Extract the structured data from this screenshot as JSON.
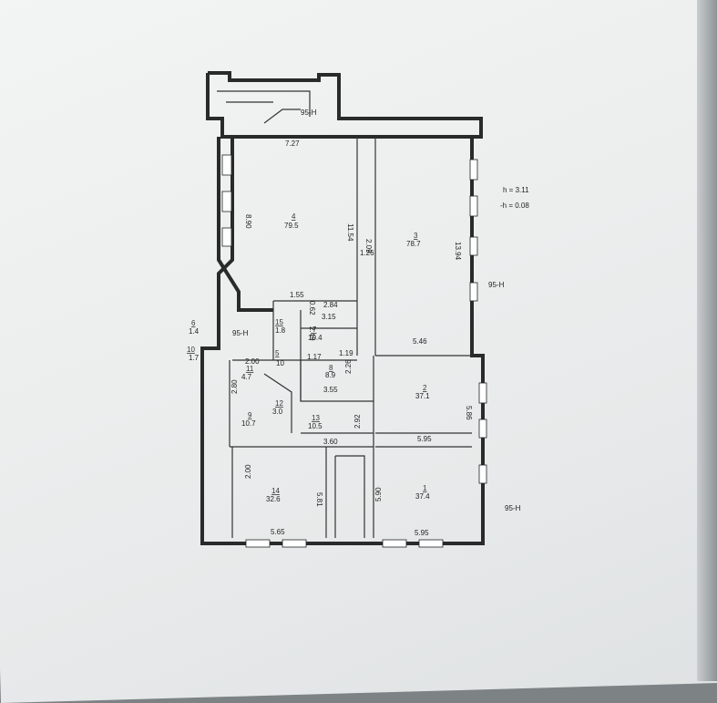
{
  "level": {
    "h": "h = 3.11",
    "dh": "-h = 0.08"
  },
  "marks": {
    "m1": "95-H",
    "m2": "95-H",
    "m3": "95-H",
    "m4": "95-H"
  },
  "rooms": [
    {
      "no": "1",
      "area": "37.4"
    },
    {
      "no": "2",
      "area": "37.1"
    },
    {
      "no": "3",
      "area": "78.7"
    },
    {
      "no": "4",
      "area": "79.5"
    },
    {
      "no": "5",
      "area": "10"
    },
    {
      "no": "6",
      "area": "1.4"
    },
    {
      "no": "7",
      "area": "10.4"
    },
    {
      "no": "8",
      "area": "8.9"
    },
    {
      "no": "9",
      "area": "10.7"
    },
    {
      "no": "10",
      "area": "1.7"
    },
    {
      "no": "11",
      "area": "4.7"
    },
    {
      "no": "12",
      "area": "3.0"
    },
    {
      "no": "13",
      "area": "10.5"
    },
    {
      "no": "14",
      "area": "32.6"
    },
    {
      "no": "15",
      "area": "1.8"
    }
  ],
  "dims": {
    "d1": "7.27",
    "d2": "8.90",
    "d3": "11.54",
    "d4": "2.09",
    "d5": "1.26",
    "d6": "13.94",
    "d7": "1.55",
    "d8": "0.62",
    "d9": "2.84",
    "d10": "3.15",
    "d11": "2.49",
    "d12": "5.46",
    "d13": "1.17",
    "d14": "1.19",
    "d15": "2.00",
    "d16": "2.80",
    "d17": "3.55",
    "d18": "2.26",
    "d19": "5.86",
    "d20": "2.92",
    "d21": "5.95",
    "d22": "3.60",
    "d23": "2.00",
    "d24": "5.81",
    "d25": "5.90",
    "d26": "5.65",
    "d27": "5.95"
  }
}
